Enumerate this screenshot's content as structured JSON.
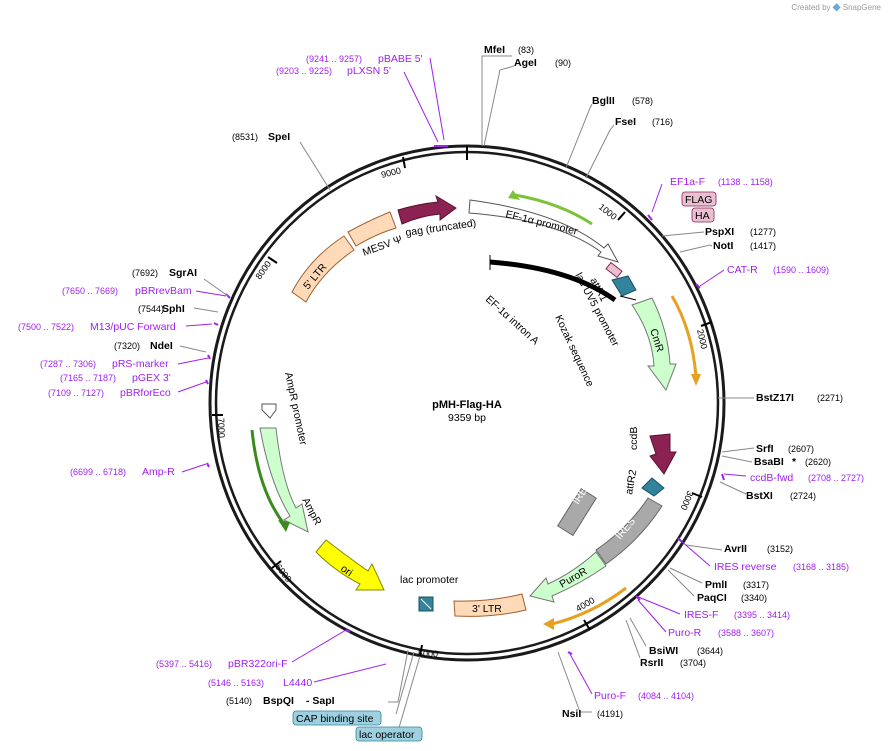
{
  "credit": {
    "prefix": "Created by",
    "brand": "SnapGene"
  },
  "plasmid": {
    "name": "pMH-Flag-HA",
    "length_label": "9359 bp"
  },
  "colors": {
    "backbone": "#1a1a1a",
    "primer": "#a020f0",
    "enzyme_text": "#000000",
    "tick": "#808080",
    "promoter": "#ffffff",
    "ltr": "#ffdab9",
    "gag": "#8b2252",
    "cmr": "#ccffcc",
    "puro": "#ccffcc",
    "ampr": "#ccffcc",
    "ires": "#a9a9a9",
    "ori": "#ffff00",
    "att": "#31849b",
    "ccdb": "#8b2252",
    "intron": "#000000",
    "orange_primer": "#e8a020",
    "green_primer": "#7cc23a",
    "flag": "#e8c0d0",
    "cap": "#9ed0e0"
  },
  "ruler": [
    "1000",
    "2000",
    "3000",
    "4000",
    "5000",
    "6000",
    "7000",
    "8000",
    "9000"
  ],
  "enzymes_right": [
    {
      "name": "MfeI",
      "pos": "(83)"
    },
    {
      "name": "AgeI",
      "pos": "(90)"
    },
    {
      "name": "BglII",
      "pos": "(578)"
    },
    {
      "name": "FseI",
      "pos": "(716)"
    },
    {
      "name": "PspXI",
      "pos": "(1277)"
    },
    {
      "name": "NotI",
      "pos": "(1417)"
    },
    {
      "name": "BstZ17I",
      "pos": "(2271)"
    },
    {
      "name": "SrfI",
      "pos": "(2607)"
    },
    {
      "name": "BsaBI",
      "pos": "(2620)",
      "star": "*"
    },
    {
      "name": "BstXI",
      "pos": "(2724)"
    },
    {
      "name": "AvrII",
      "pos": "(3152)"
    },
    {
      "name": "PmlI",
      "pos": "(3317)"
    },
    {
      "name": "PaqCI",
      "pos": "(3340)"
    },
    {
      "name": "BsiWI",
      "pos": "(3644)"
    },
    {
      "name": "RsrII",
      "pos": "(3704)"
    },
    {
      "name": "NsiI",
      "pos": "(4191)"
    }
  ],
  "enzymes_left": [
    {
      "name": "SpeI",
      "pos": "(8531)"
    },
    {
      "name": "SgrAI",
      "pos": "(7692)"
    },
    {
      "name": "SphI",
      "pos": "(7544)"
    },
    {
      "name": "NdeI",
      "pos": "(7320)"
    },
    {
      "name": "BspQI",
      "pos": "(5140)",
      "extra": "- SapI"
    }
  ],
  "primers": [
    {
      "name": "pBABE 5'",
      "pos": "(9241 .. 9257)"
    },
    {
      "name": "pLXSN 5'",
      "pos": "(9203 .. 9225)"
    },
    {
      "name": "EF1a-F",
      "pos": "(1138 .. 1158)"
    },
    {
      "name": "CAT-R",
      "pos": "(1590 .. 1609)"
    },
    {
      "name": "ccdB-fwd",
      "pos": "(2708 .. 2727)"
    },
    {
      "name": "IRES reverse",
      "pos": "(3168 .. 3185)"
    },
    {
      "name": "IRES-F",
      "pos": "(3395 .. 3414)"
    },
    {
      "name": "Puro-R",
      "pos": "(3588 .. 3607)"
    },
    {
      "name": "Puro-F",
      "pos": "(4084 .. 4104)"
    },
    {
      "name": "pBR322ori-F",
      "pos": "(5397 .. 5416)"
    },
    {
      "name": "L4440",
      "pos": "(5146 .. 5163)"
    },
    {
      "name": "Amp-R",
      "pos": "(6699 .. 6718)"
    },
    {
      "name": "pBRforEco",
      "pos": "(7109 .. 7127)"
    },
    {
      "name": "pGEX 3'",
      "pos": "(7165 .. 7187)"
    },
    {
      "name": "pRS-marker",
      "pos": "(7287 .. 7306)"
    },
    {
      "name": "M13/pUC Forward",
      "pos": "(7500 .. 7522)"
    },
    {
      "name": "pBRrevBam",
      "pos": "(7650 .. 7669)"
    }
  ],
  "features": {
    "flag": "FLAG",
    "ha": "HA",
    "ef1a_promoter": "EF-1α promoter",
    "attR1": "attR1",
    "lacuv5": "lac UV5 promoter",
    "kozak": "Kozak sequence",
    "ef1a_intron": "EF-1α intron A",
    "cmr": "CmR",
    "ccdb": "ccdB",
    "attR2": "attR2",
    "ires_inner": "IRES",
    "ires_outer": "IRES",
    "puror": "PuroR",
    "ltr3": "3' LTR",
    "lac_promoter": "lac promoter",
    "ori": "ori",
    "ampr": "AmpR",
    "ampr_promoter": "AmpR promoter",
    "ltr5": "5' LTR",
    "mesv": "MESV Ψ",
    "gag": "gag (truncated)",
    "cap": "CAP binding site",
    "lac_operator": "lac operator"
  }
}
